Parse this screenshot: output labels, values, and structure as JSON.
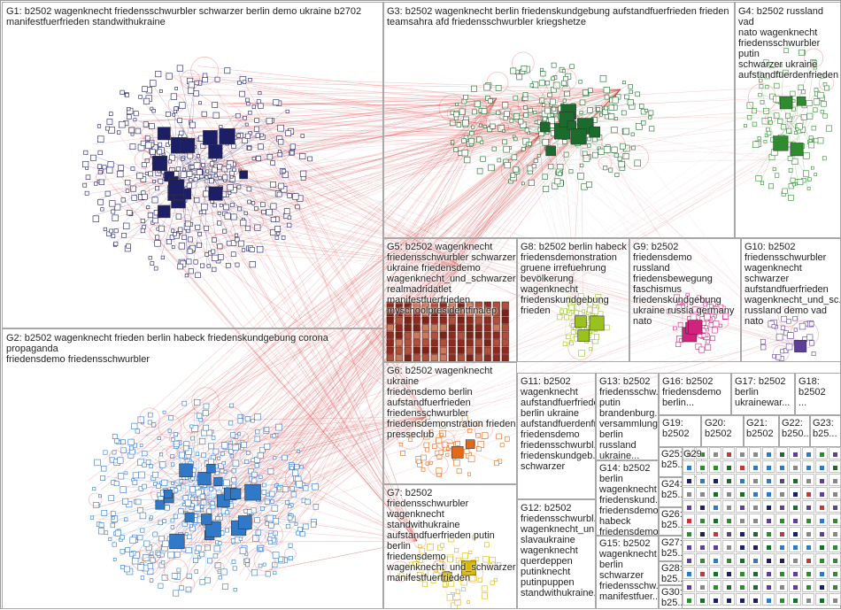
{
  "colors": {
    "g1": "#1c1f66",
    "g2": "#2f79c8",
    "g3": "#1a6b2c",
    "g4": "#2e8b2e",
    "g5": "#b03a2e",
    "g6": "#e06a18",
    "g7": "#d9b600",
    "g8": "#9ac21e",
    "g9": "#d0237e",
    "g10": "#5d3f9a",
    "edge": "#e04848",
    "edge_light": "#b8b8c8"
  },
  "groups": [
    {
      "id": "G1",
      "label": "G1: b2502 wagenknecht friedensschwurbler schwarzer berlin demo ukraine b2702\nmanifestfuerfrieden standwithukraine"
    },
    {
      "id": "G2",
      "label": "G2: b2502 wagenknecht frieden berlin habeck friedenskundgebung corona propaganda\nfriedensdemo friedensschwurbler"
    },
    {
      "id": "G3",
      "label": "G3: b2502 wagenknecht berlin friedenskundgebung aufstandfuerfrieden frieden\nteamsahra afd friedensschwurbler kriegshetze"
    },
    {
      "id": "G4",
      "label": "G4: b2502 russland vad\nnato wagenknecht\nfriedensschwurbler putin\nschwarzer ukraine\naufstandfuerdenfrieden"
    },
    {
      "id": "G5",
      "label": "G5: b2502 wagenknecht\nfriedensschwurbler schwarzer\nukraine friedensdemo\nwagenknecht_und_schwarzer\nrealmadridatlet\nmanifestfuerfrieden\nmyschoolpresidentfinalep"
    },
    {
      "id": "G6",
      "label": "G6: b2502 wagenknecht ukraine\nfriedensdemo berlin\naufstandfuerfrieden\nfriedensschwurbler\nfriedensdemonstration frieden\npresseclub"
    },
    {
      "id": "G7",
      "label": "G7: b2502 friedensschwurbler\nwagenknecht standwithukraine\naufstandfuerfrieden putin berlin\nfriedensdemo\nwagenknecht_und_schwarzer\nmanifestfuerfrieden"
    },
    {
      "id": "G8",
      "label": "G8: b2502 berlin habeck\nfriedensdemonstration\ngruene irrefuehrung\nbevölkerung wagenknecht\nfriedenskundgebung\nfrieden"
    },
    {
      "id": "G9",
      "label": "G9: b2502 friedensdemo\nrussland\nfriedensbewegung\nfaschismus\nfriedenskundgebung\nukraine russia germany\nnato"
    },
    {
      "id": "G10",
      "label": "G10: b2502\nfriedensschwurbler\nwagenknecht\nschwarzer\naufstandfuerfrieden\nwagenknecht_und_sc...\nrussland demo vad\nnato"
    },
    {
      "id": "G11",
      "label": "G11: b2502\nwagenknecht\naufstandfuerfriede...\nberlin ukraine\naufstandfuerdenfri...\nfriedensdemo\nfriedensschwurbl...\nfriedenskundgeb...\nschwarzer"
    },
    {
      "id": "G12",
      "label": "G12: b2502\nfriedensschwurbl...\nwagenknecht_un...\nslavaukraine\nwagenknecht\nquerdeppen\nputinknecht\nputinpuppen\nstandwithukraine..."
    },
    {
      "id": "G13",
      "label": "G13: b2502\nfriedensschw...\nputin\nbrandenburg...\nversammlung...\nberlin russland\nukraine..."
    },
    {
      "id": "G14",
      "label": "G14: b2502\nberlin\nwagenknecht\nfriedenskund...\nfriedensdemo\nhabeck\nfriedensdemo..."
    },
    {
      "id": "G15",
      "label": "G15: b2502\nwagenknecht\nberlin\nschwarzer\nfriedensschw...\nmanifestfuer..."
    },
    {
      "id": "G16",
      "label": "G16: b2502\nfriedensdemo\nberlin..."
    },
    {
      "id": "G17",
      "label": "G17: b2502\nberlin\nukrainewar..."
    },
    {
      "id": "G18",
      "label": "G18:\nb2502\n..."
    },
    {
      "id": "G19",
      "label": "G19:\nb2502"
    },
    {
      "id": "G20",
      "label": "G20:\nb2502"
    },
    {
      "id": "G21",
      "label": "G21:\nb2502"
    },
    {
      "id": "G22",
      "label": "G22:\nb250..."
    },
    {
      "id": "G23",
      "label": "G23:\nb25..."
    },
    {
      "id": "G25",
      "label": "G25:\nb25..."
    },
    {
      "id": "G29",
      "label": "G29..."
    },
    {
      "id": "G24",
      "label": "G24:\nb25...\n..."
    },
    {
      "id": "G26",
      "label": "G26:\nb25..."
    },
    {
      "id": "G27",
      "label": "G27:\nb25..."
    },
    {
      "id": "G28",
      "label": "G28:\nb25..."
    },
    {
      "id": "G30",
      "label": "G30:\nb25..."
    }
  ]
}
